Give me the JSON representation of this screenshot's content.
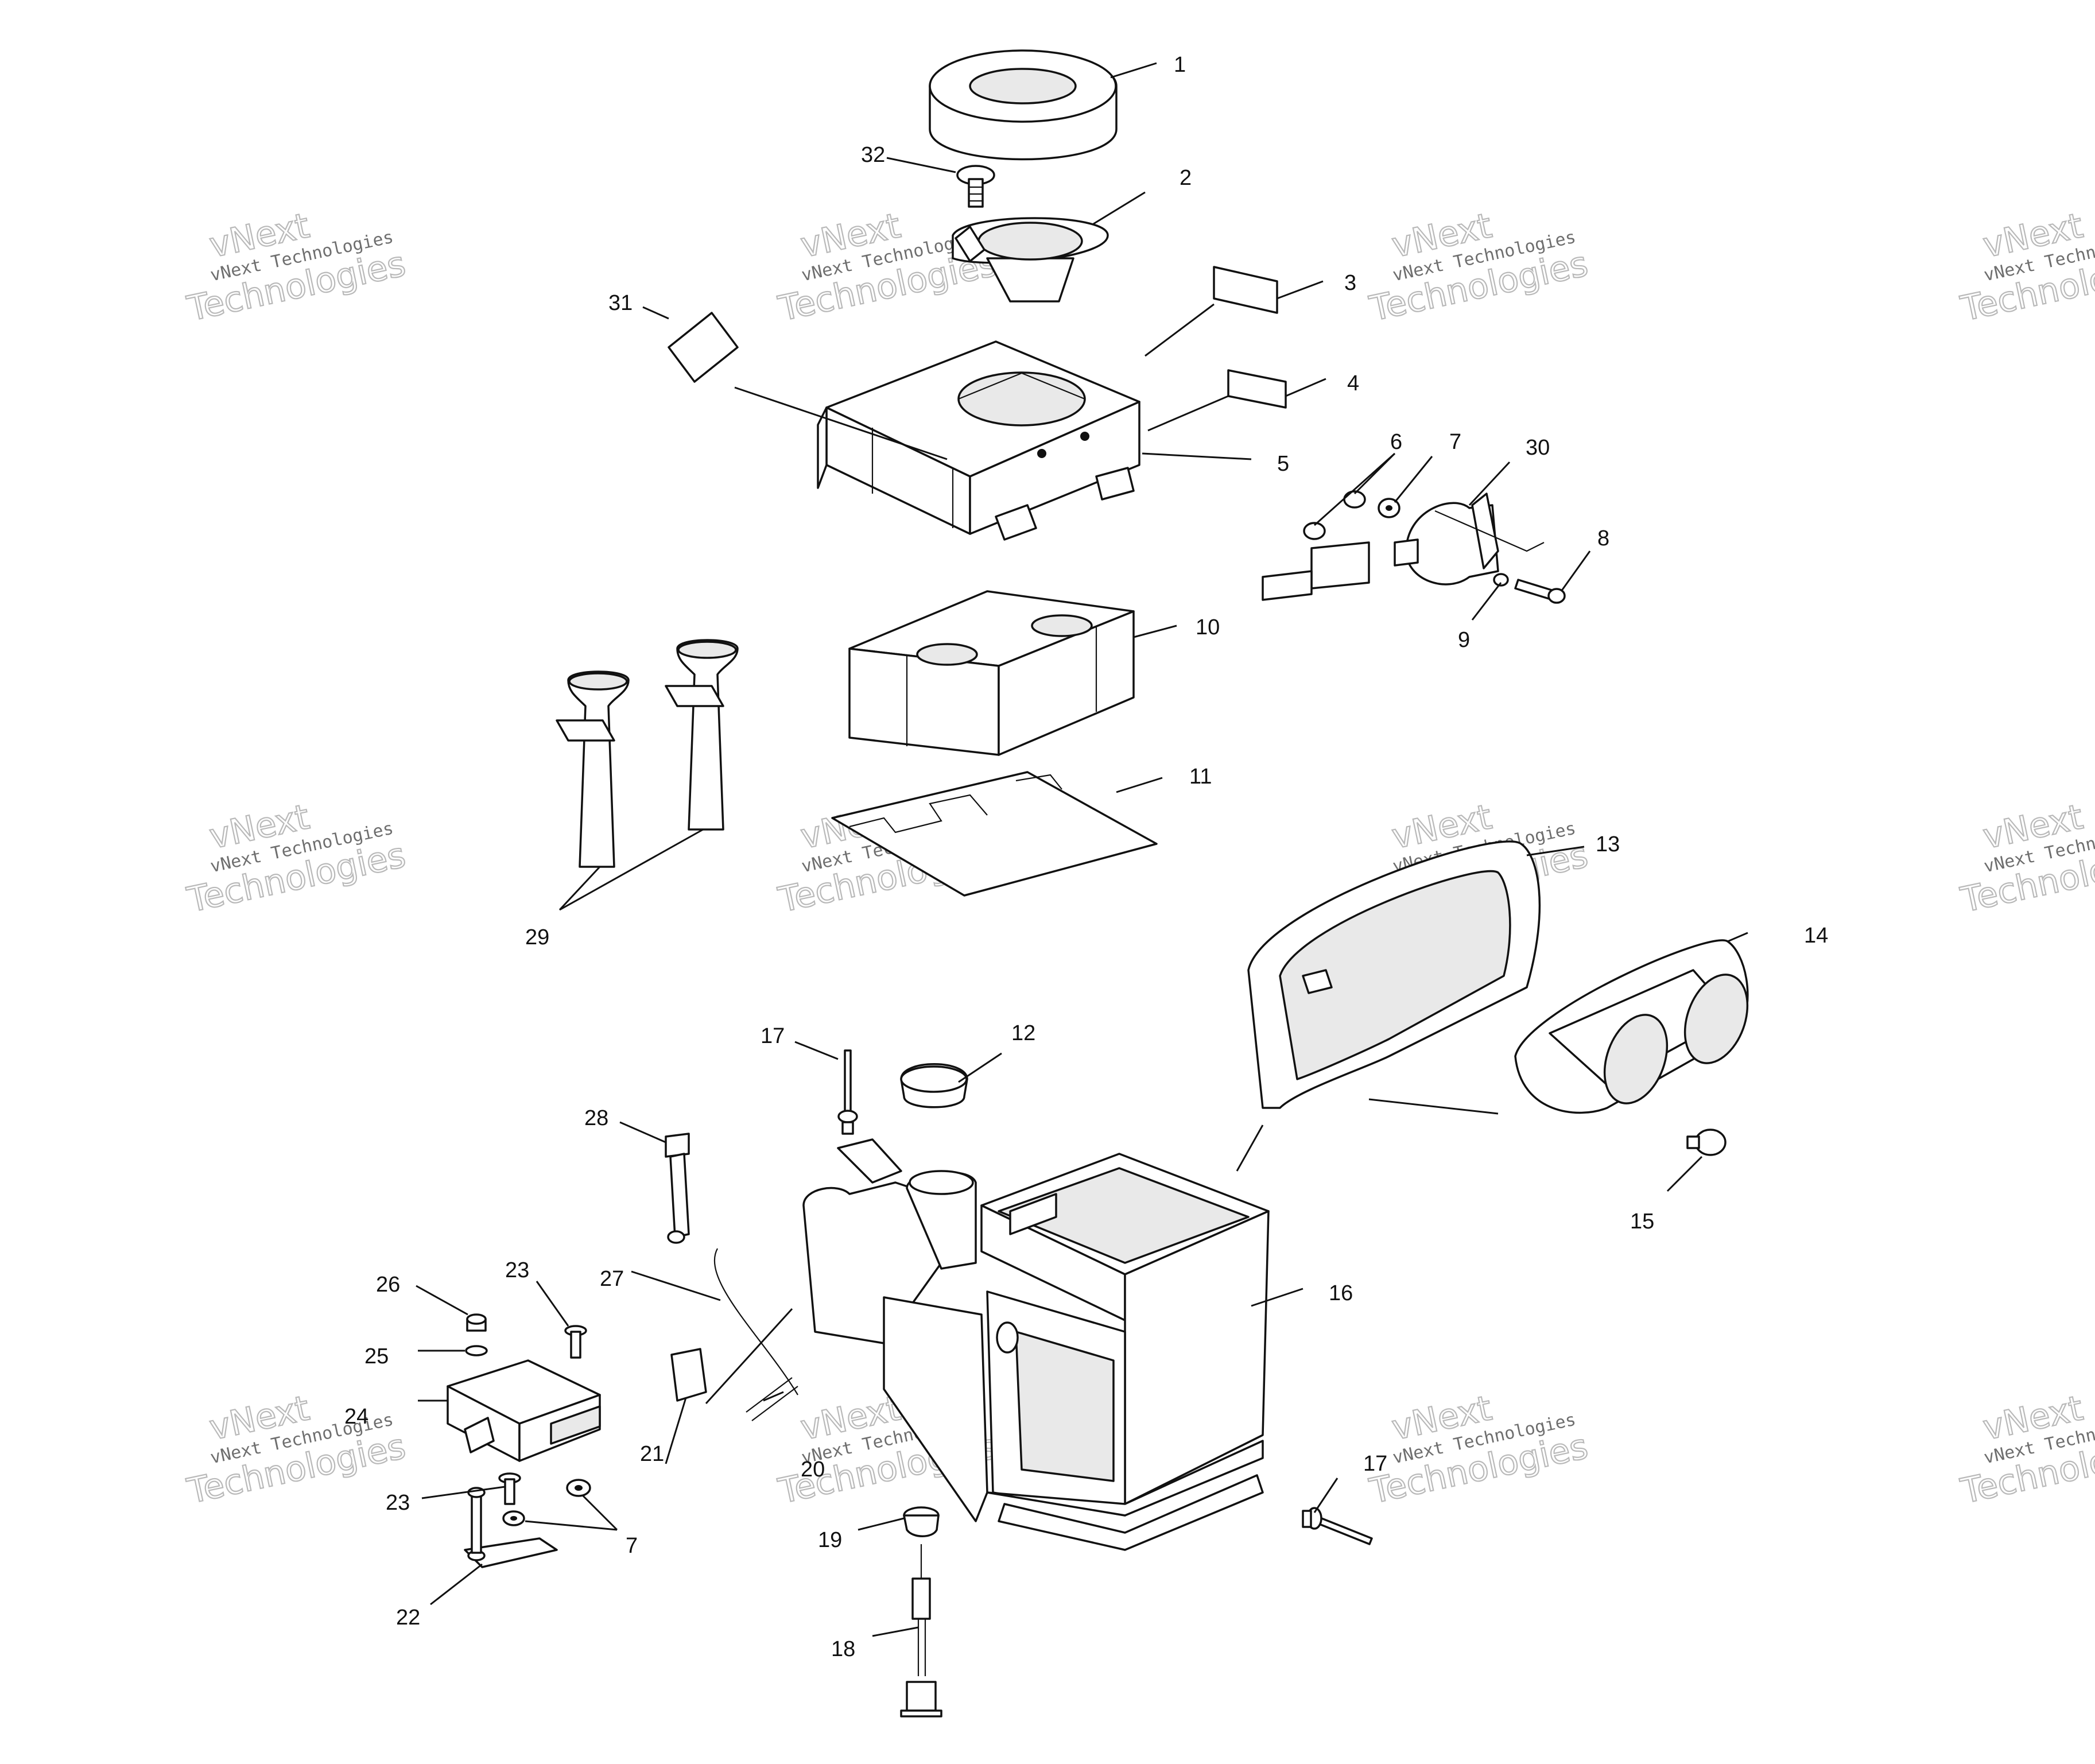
{
  "watermark": {
    "line1": "vNext",
    "line2": "vNext Technologies",
    "line3": "Technologies"
  },
  "callouts": [
    {
      "id": "c1",
      "text": "1"
    },
    {
      "id": "c2",
      "text": "2"
    },
    {
      "id": "c3",
      "text": "3"
    },
    {
      "id": "c4",
      "text": "4"
    },
    {
      "id": "c5",
      "text": "5"
    },
    {
      "id": "c6",
      "text": "6"
    },
    {
      "id": "c7a",
      "text": "7"
    },
    {
      "id": "c7b",
      "text": "7"
    },
    {
      "id": "c8",
      "text": "8"
    },
    {
      "id": "c9",
      "text": "9"
    },
    {
      "id": "c10",
      "text": "10"
    },
    {
      "id": "c11",
      "text": "11"
    },
    {
      "id": "c12",
      "text": "12"
    },
    {
      "id": "c13",
      "text": "13"
    },
    {
      "id": "c14",
      "text": "14"
    },
    {
      "id": "c15",
      "text": "15"
    },
    {
      "id": "c16",
      "text": "16"
    },
    {
      "id": "c17a",
      "text": "17"
    },
    {
      "id": "c17b",
      "text": "17"
    },
    {
      "id": "c18",
      "text": "18"
    },
    {
      "id": "c19",
      "text": "19"
    },
    {
      "id": "c20",
      "text": "20"
    },
    {
      "id": "c21",
      "text": "21"
    },
    {
      "id": "c22",
      "text": "22"
    },
    {
      "id": "c23a",
      "text": "23"
    },
    {
      "id": "c23b",
      "text": "23"
    },
    {
      "id": "c24",
      "text": "24"
    },
    {
      "id": "c25",
      "text": "25"
    },
    {
      "id": "c26",
      "text": "26"
    },
    {
      "id": "c27",
      "text": "27"
    },
    {
      "id": "c28",
      "text": "28"
    },
    {
      "id": "c29",
      "text": "29"
    },
    {
      "id": "c30",
      "text": "30"
    },
    {
      "id": "c31",
      "text": "31"
    },
    {
      "id": "c32",
      "text": "32"
    }
  ]
}
